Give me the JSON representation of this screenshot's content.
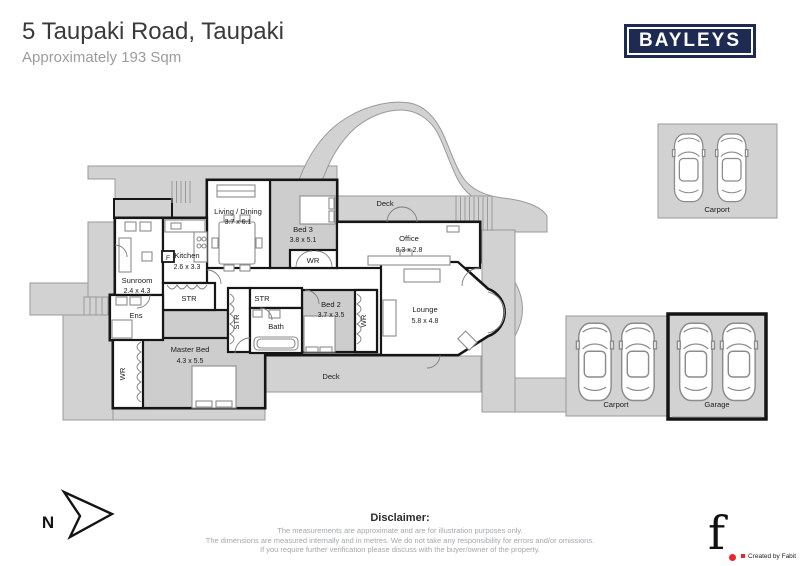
{
  "header": {
    "title": "5 Taupaki Road, Taupaki",
    "subtitle": "Approximately 193 Sqm"
  },
  "logo": {
    "text": "BAYLEYS"
  },
  "plan": {
    "rooms": {
      "living": {
        "name": "Living / Dining",
        "dims": "3.7 x 6.1"
      },
      "bed3": {
        "name": "Bed 3",
        "dims": "3.8 x 5.1"
      },
      "office": {
        "name": "Office",
        "dims": "8.3 x 2.8"
      },
      "kitchen": {
        "name": "Kitchen",
        "dims": "2.6 x 3.3"
      },
      "sunroom": {
        "name": "Sunroom",
        "dims": "2.4 x 4.3"
      },
      "bed2": {
        "name": "Bed 2",
        "dims": "3.7 x 3.5"
      },
      "lounge": {
        "name": "Lounge",
        "dims": "5.8 x 4.8"
      },
      "master": {
        "name": "Master Bed",
        "dims": "4.3 x 5.5"
      },
      "bath": {
        "name": "Bath"
      },
      "ens": {
        "name": "Ens"
      }
    },
    "labels": {
      "deck": "Deck",
      "wr": "WR",
      "str": "STR",
      "fridge": "F"
    },
    "outbuildings": {
      "carport": "Carport",
      "garage": "Garage"
    }
  },
  "compass": {
    "north": "N"
  },
  "disclaimer": {
    "title": "Disclaimer:",
    "line1": "The measurements are approximate and are for illustration purposes only.",
    "line2": "The dimensions are measured internally and in metres. We do not take any responsibility for errors and/or omissions.",
    "line3": "If you require further verification please discuss with the buyer/owner of the property."
  },
  "credit": {
    "initial": "f",
    "text": "Created by Fabit"
  },
  "colors": {
    "brand_navy": "#1d2b52",
    "deck_gray": "#d2d2d2",
    "room_gray": "#cdcdcd",
    "wall": "#161616",
    "accent_red": "#e8262d"
  }
}
